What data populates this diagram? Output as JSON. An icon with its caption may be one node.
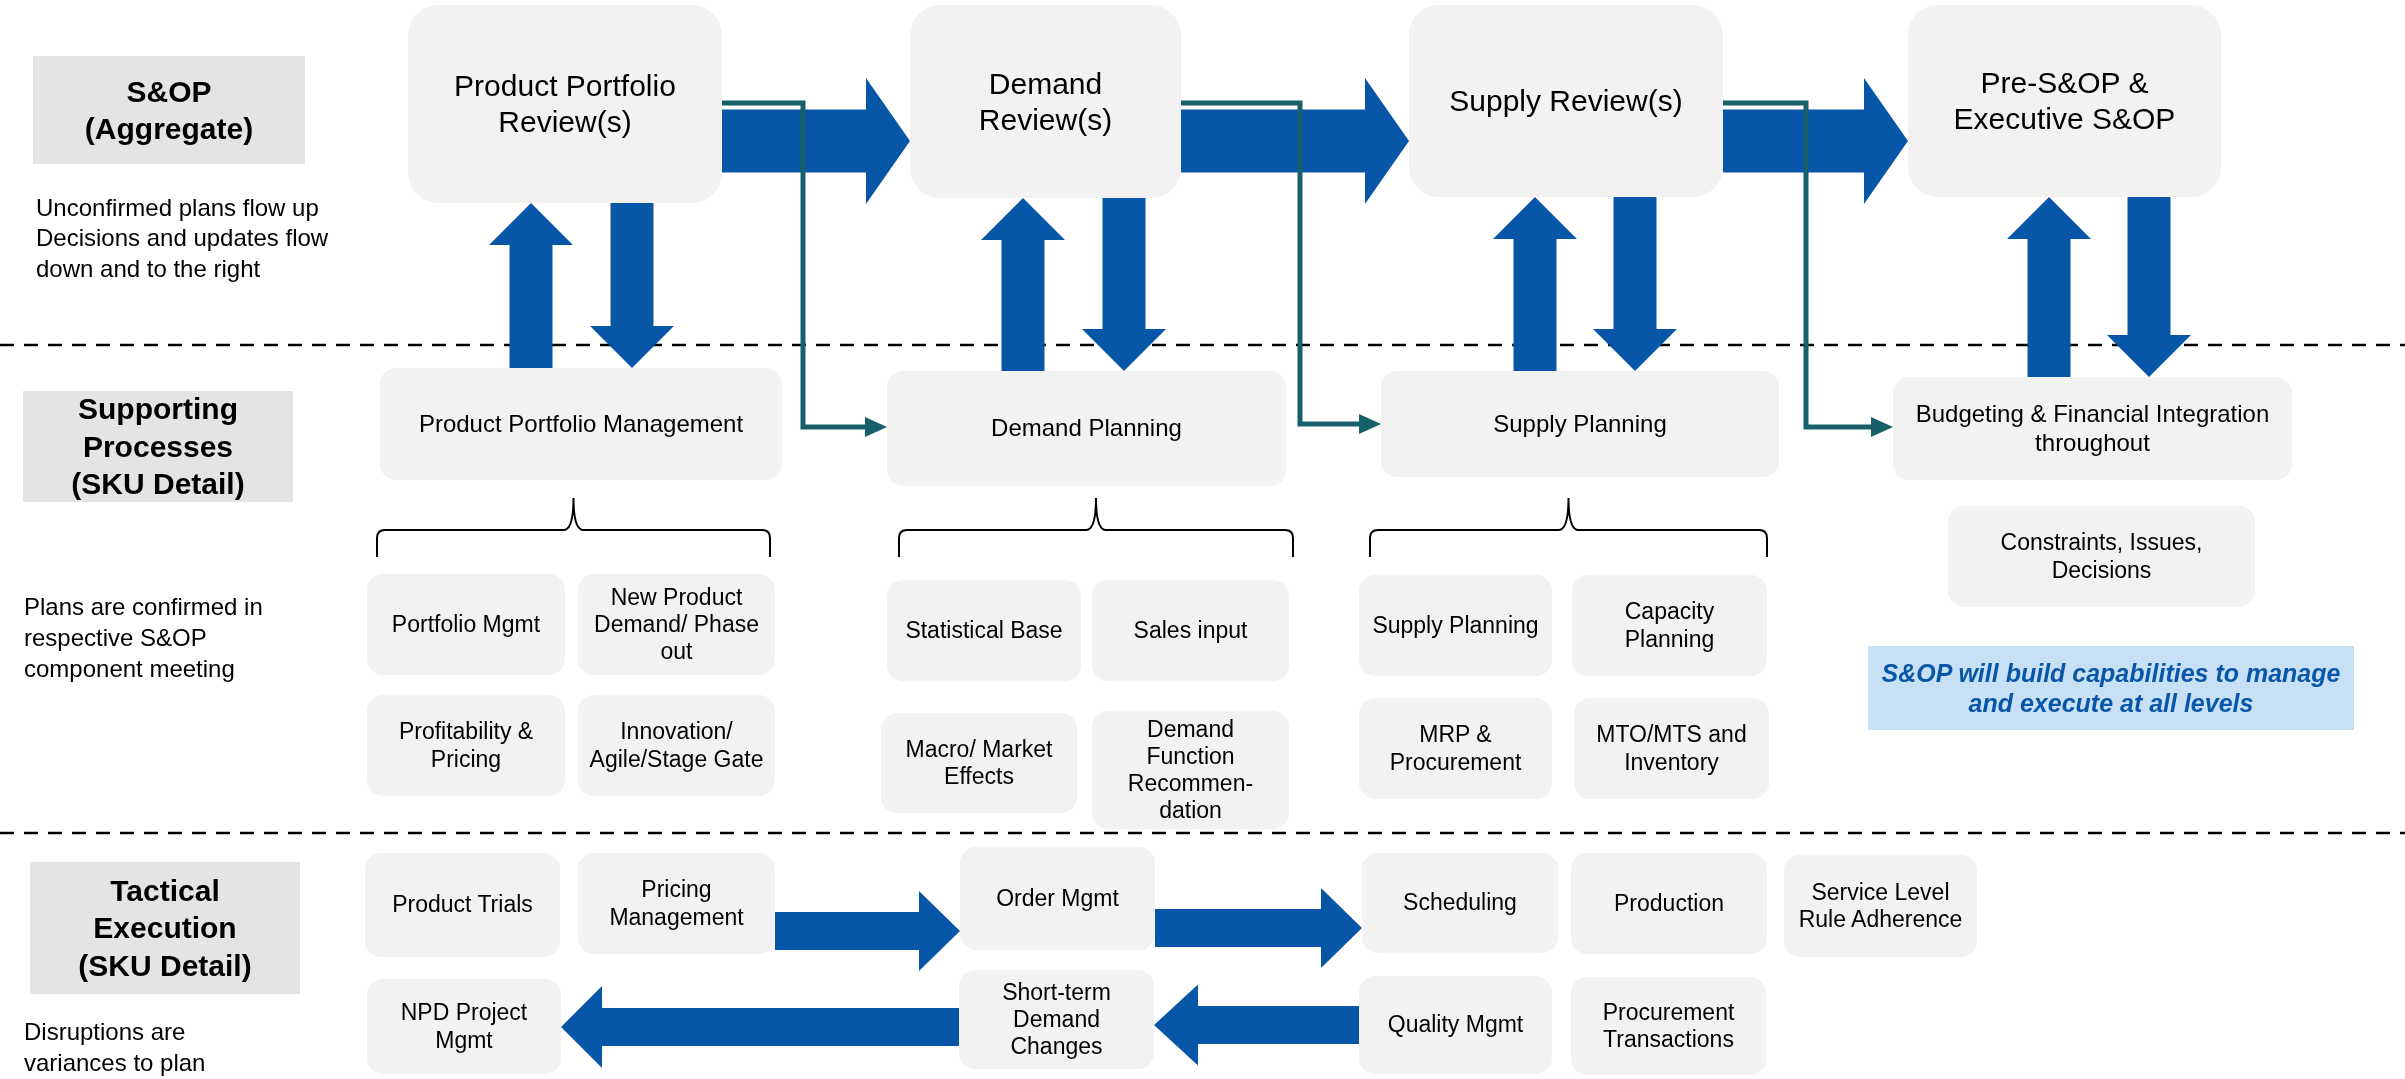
{
  "diagram": {
    "nodes": [
      {
        "text": [
          "S&OP (Aggregate)"
        ]
      },
      {
        "text": [
          "Product Portfolio Review(s)"
        ]
      },
      {
        "text": [
          "Demand Review(s)"
        ]
      },
      {
        "text": [
          "Supply Review(s)"
        ]
      },
      {
        "text": [
          "Pre-S&OP & Executive S&OP"
        ]
      },
      {
        "text": [
          "Supporting Processes (SKU Detail)"
        ]
      },
      {
        "text": [
          "Product Portfolio Management"
        ]
      },
      {
        "text": [
          "Demand Planning"
        ]
      },
      {
        "text": [
          "Supply Planning"
        ]
      },
      {
        "text": [
          "Budgeting & Financial Integration throughout"
        ]
      },
      {
        "text": [
          "Portfolio Mgmt"
        ]
      },
      {
        "text": [
          "New Product Demand/ Phase out"
        ]
      },
      {
        "text": [
          "Profitability & Pricing"
        ]
      },
      {
        "text": [
          "Innovation/ Agile/Stage Gate"
        ]
      },
      {
        "text": [
          "Statistical Base"
        ]
      },
      {
        "text": [
          "Sales input"
        ]
      },
      {
        "text": [
          "Macro/ Market Effects"
        ]
      },
      {
        "text": [
          "Demand Function Recommen- dation"
        ]
      },
      {
        "text": [
          "Supply Planning"
        ]
      },
      {
        "text": [
          "Capacity Planning"
        ]
      },
      {
        "text": [
          "MRP & Procurement"
        ]
      },
      {
        "text": [
          "MTO/MTS and Inventory"
        ]
      },
      {
        "text": [
          "Constraints, Issues, Decisions"
        ]
      },
      {
        "text": [
          "S&OP will build capabilities to manage and execute at all levels"
        ]
      },
      {
        "text": [
          "Tactical Execution (SKU Detail)"
        ]
      },
      {
        "text": [
          "Product Trials"
        ]
      },
      {
        "text": [
          "Pricing Management"
        ]
      },
      {
        "text": [
          "NPD Project Mgmt"
        ]
      },
      {
        "text": [
          "Order Mgmt"
        ]
      },
      {
        "text": [
          "Short-term Demand Changes"
        ]
      },
      {
        "text": [
          "Scheduling"
        ]
      },
      {
        "text": [
          "Production"
        ]
      },
      {
        "text": [
          "Service Level Rule Adherence"
        ]
      },
      {
        "text": [
          "Quality Mgmt"
        ]
      },
      {
        "text": [
          "Procurement Transactions"
        ]
      }
    ],
    "edges": [
      {
        "from": 1,
        "to": 2,
        "arrow": "to"
      },
      {
        "from": 2,
        "to": 3,
        "arrow": "to"
      },
      {
        "from": 3,
        "to": 4,
        "arrow": "to"
      },
      {
        "from": 6,
        "to": 1,
        "arrow": "to"
      },
      {
        "from": 1,
        "to": 6,
        "arrow": "to"
      },
      {
        "from": 7,
        "to": 2,
        "arrow": "to"
      },
      {
        "from": 2,
        "to": 7,
        "arrow": "to"
      },
      {
        "from": 8,
        "to": 3,
        "arrow": "to"
      },
      {
        "from": 3,
        "to": 8,
        "arrow": "to"
      },
      {
        "from": 9,
        "to": 4,
        "arrow": "to"
      },
      {
        "from": 4,
        "to": 9,
        "arrow": "to"
      },
      {
        "from": 1,
        "to": 7,
        "arrow": "to",
        "color": "#17606a"
      },
      {
        "from": 2,
        "to": 8,
        "arrow": "to",
        "color": "#17606a"
      },
      {
        "from": 3,
        "to": 9,
        "arrow": "to",
        "color": "#17606a"
      },
      {
        "from": 26,
        "to": 28,
        "arrow": "to"
      },
      {
        "from": 28,
        "to": 30,
        "arrow": "to"
      },
      {
        "from": 29,
        "to": 27,
        "arrow": "to"
      },
      {
        "from": 33,
        "to": 29,
        "arrow": "to"
      }
    ],
    "labels": [
      "Unconfirmed plans flow up",
      "Decisions and updates flow down and to the right",
      "Plans are confirmed in respective S&OP component meeting",
      "Disruptions are variances to plan"
    ]
  }
}
